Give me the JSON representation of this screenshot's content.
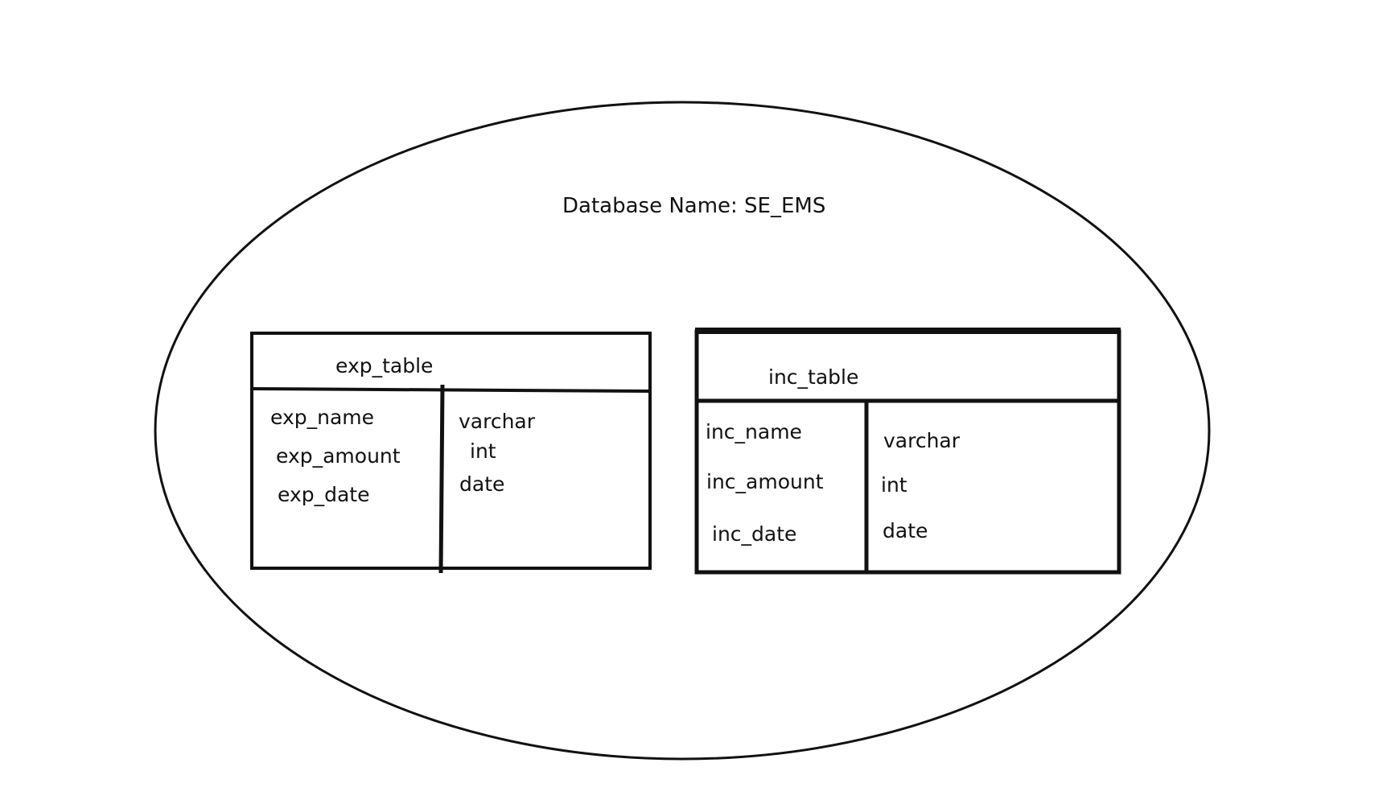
{
  "database": {
    "title": "Database Name: SE_EMS"
  },
  "tables": [
    {
      "name": "exp_table",
      "columns": [
        {
          "field": "exp_name",
          "type": "varchar"
        },
        {
          "field": "exp_amount",
          "type": "int"
        },
        {
          "field": "exp_date",
          "type": "date"
        }
      ]
    },
    {
      "name": "inc_table",
      "columns": [
        {
          "field": "inc_name",
          "type": "varchar"
        },
        {
          "field": "inc_amount",
          "type": "int"
        },
        {
          "field": "inc_date",
          "type": "date"
        }
      ]
    }
  ],
  "colors": {
    "stroke": "#111111",
    "background": "#ffffff"
  }
}
